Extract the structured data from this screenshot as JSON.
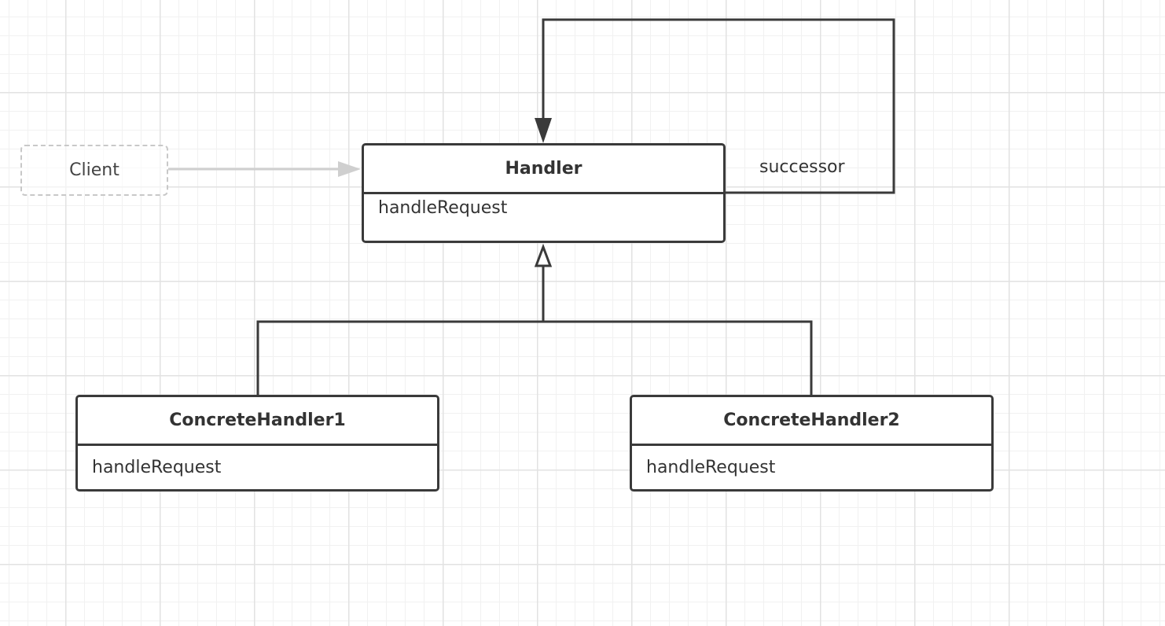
{
  "diagram": {
    "client": {
      "label": "Client"
    },
    "handler": {
      "name": "Handler",
      "method": "handleRequest"
    },
    "concrete_handlers": [
      {
        "name": "ConcreteHandler1",
        "method": "handleRequest"
      },
      {
        "name": "ConcreteHandler2",
        "method": "handleRequest"
      }
    ],
    "relations": {
      "successor_label": "successor"
    }
  }
}
